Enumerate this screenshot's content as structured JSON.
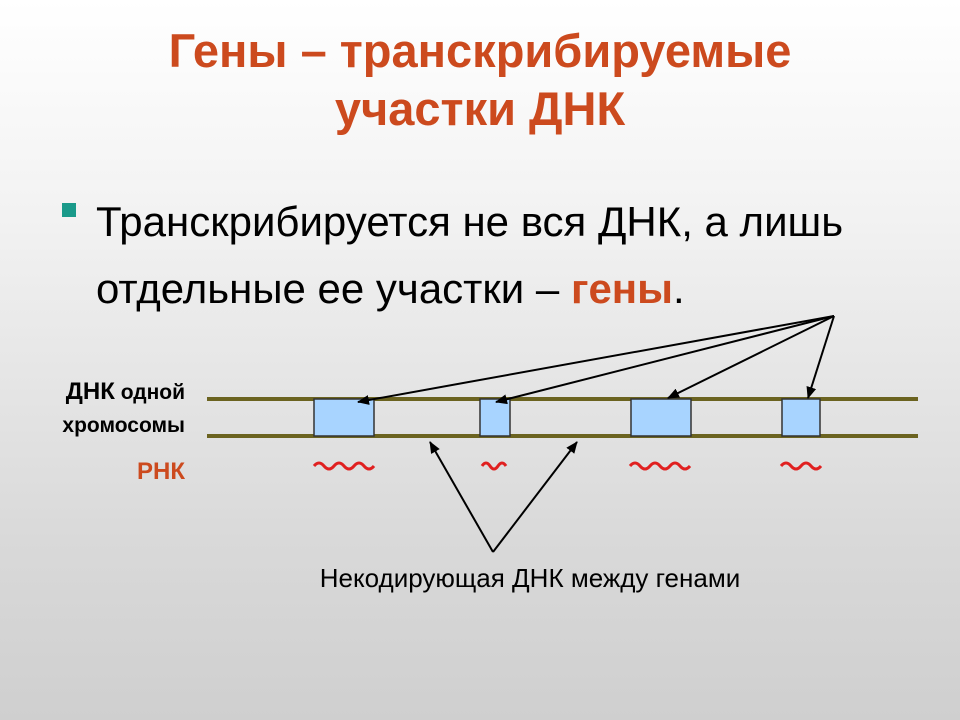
{
  "title": {
    "line1": "Гены – транскрибируемые",
    "line2": "участки ДНК"
  },
  "bullet": {
    "text_before": "Транскрибируется не вся ДНК, а лишь отдельные ее участки – ",
    "highlight": "гены",
    "text_after": "."
  },
  "labels": {
    "dna_abbr": "ДНК",
    "dna_rest_1": " одной",
    "dna_rest_2": "хромосомы",
    "rna": "РНК"
  },
  "caption": "Некодирующая ДНК между генами",
  "colors": {
    "accent": "#cc4a1e",
    "bullet_square": "#1a9a8a",
    "dna_strand": "#6b6320",
    "gene_fill": "#a8d4ff",
    "gene_stroke": "#333333",
    "rna_wave": "#e02020",
    "arrow": "#000000"
  }
}
